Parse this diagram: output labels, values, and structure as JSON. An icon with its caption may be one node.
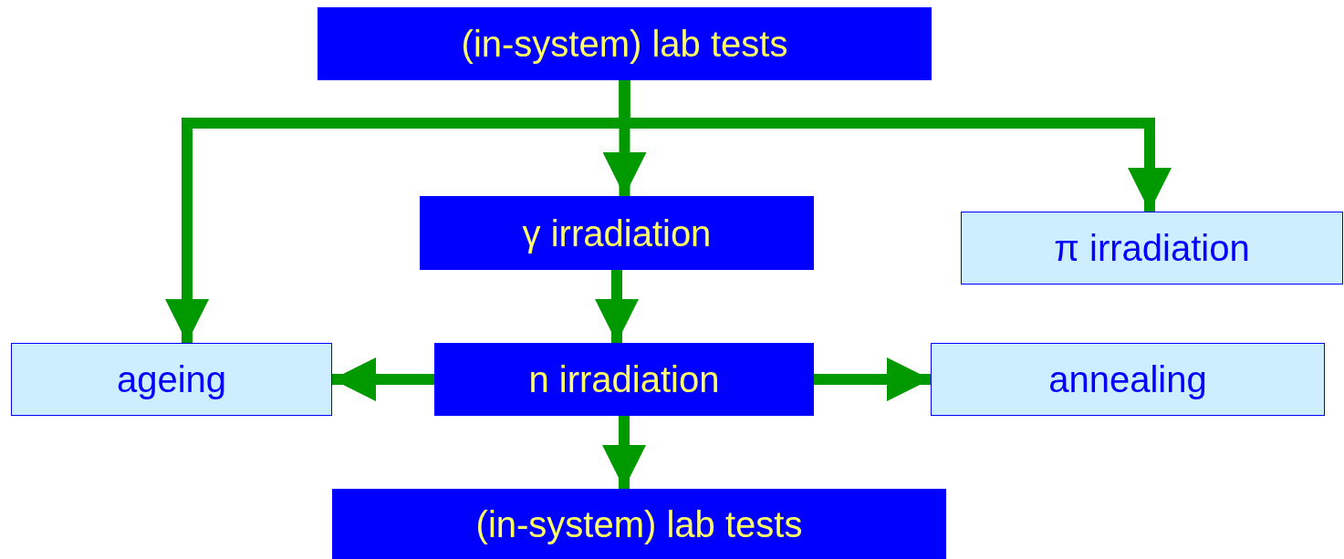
{
  "diagram": {
    "nodes": [
      {
        "text": [
          "(in-system) lab tests"
        ]
      },
      {
        "text": [
          "γ irradiation"
        ]
      },
      {
        "text": [
          "π irradiation"
        ]
      },
      {
        "text": [
          "ageing"
        ]
      },
      {
        "text": [
          "n irradiation"
        ]
      },
      {
        "text": [
          "annealing"
        ]
      },
      {
        "text": [
          "(in-system) lab tests"
        ]
      }
    ],
    "edges": [
      {
        "from": 0,
        "to": 1,
        "arrow": "to"
      },
      {
        "from": 0,
        "to": 3,
        "arrow": "to"
      },
      {
        "from": 0,
        "to": 2,
        "arrow": "to"
      },
      {
        "from": 1,
        "to": 4,
        "arrow": "to"
      },
      {
        "from": 4,
        "to": 3,
        "arrow": "to"
      },
      {
        "from": 4,
        "to": 5,
        "arrow": "to"
      },
      {
        "from": 4,
        "to": 6,
        "arrow": "to"
      }
    ]
  }
}
